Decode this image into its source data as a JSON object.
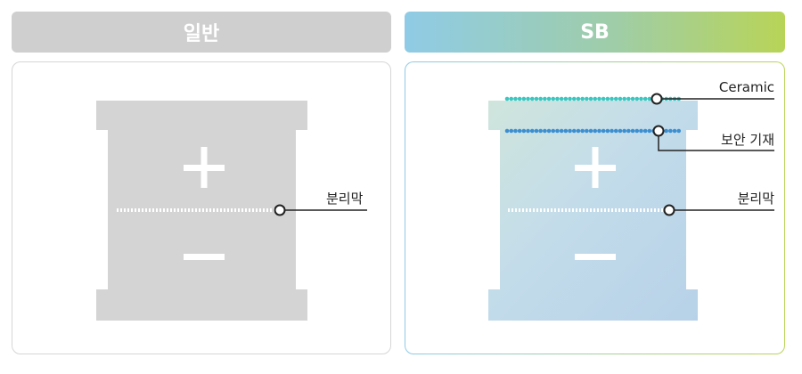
{
  "headers": {
    "general": "일반",
    "sb": "SB"
  },
  "general_panel": {
    "separator_label": "분리막",
    "plus_sign": "+",
    "minus_sign": "−"
  },
  "sb_panel": {
    "ceramic_label": "Ceramic",
    "substrate_label": "보안 기재",
    "separator_label": "분리막"
  },
  "colors": {
    "general_header": "#cfcfcf",
    "general_cell": "#d4d4d4",
    "sb_gradient_start": "#8fcbe6",
    "sb_gradient_end": "#b8d457",
    "ceramic_dots": "#3cc6c0",
    "substrate_dots": "#3b8fd1",
    "leader_line": "#222222"
  }
}
